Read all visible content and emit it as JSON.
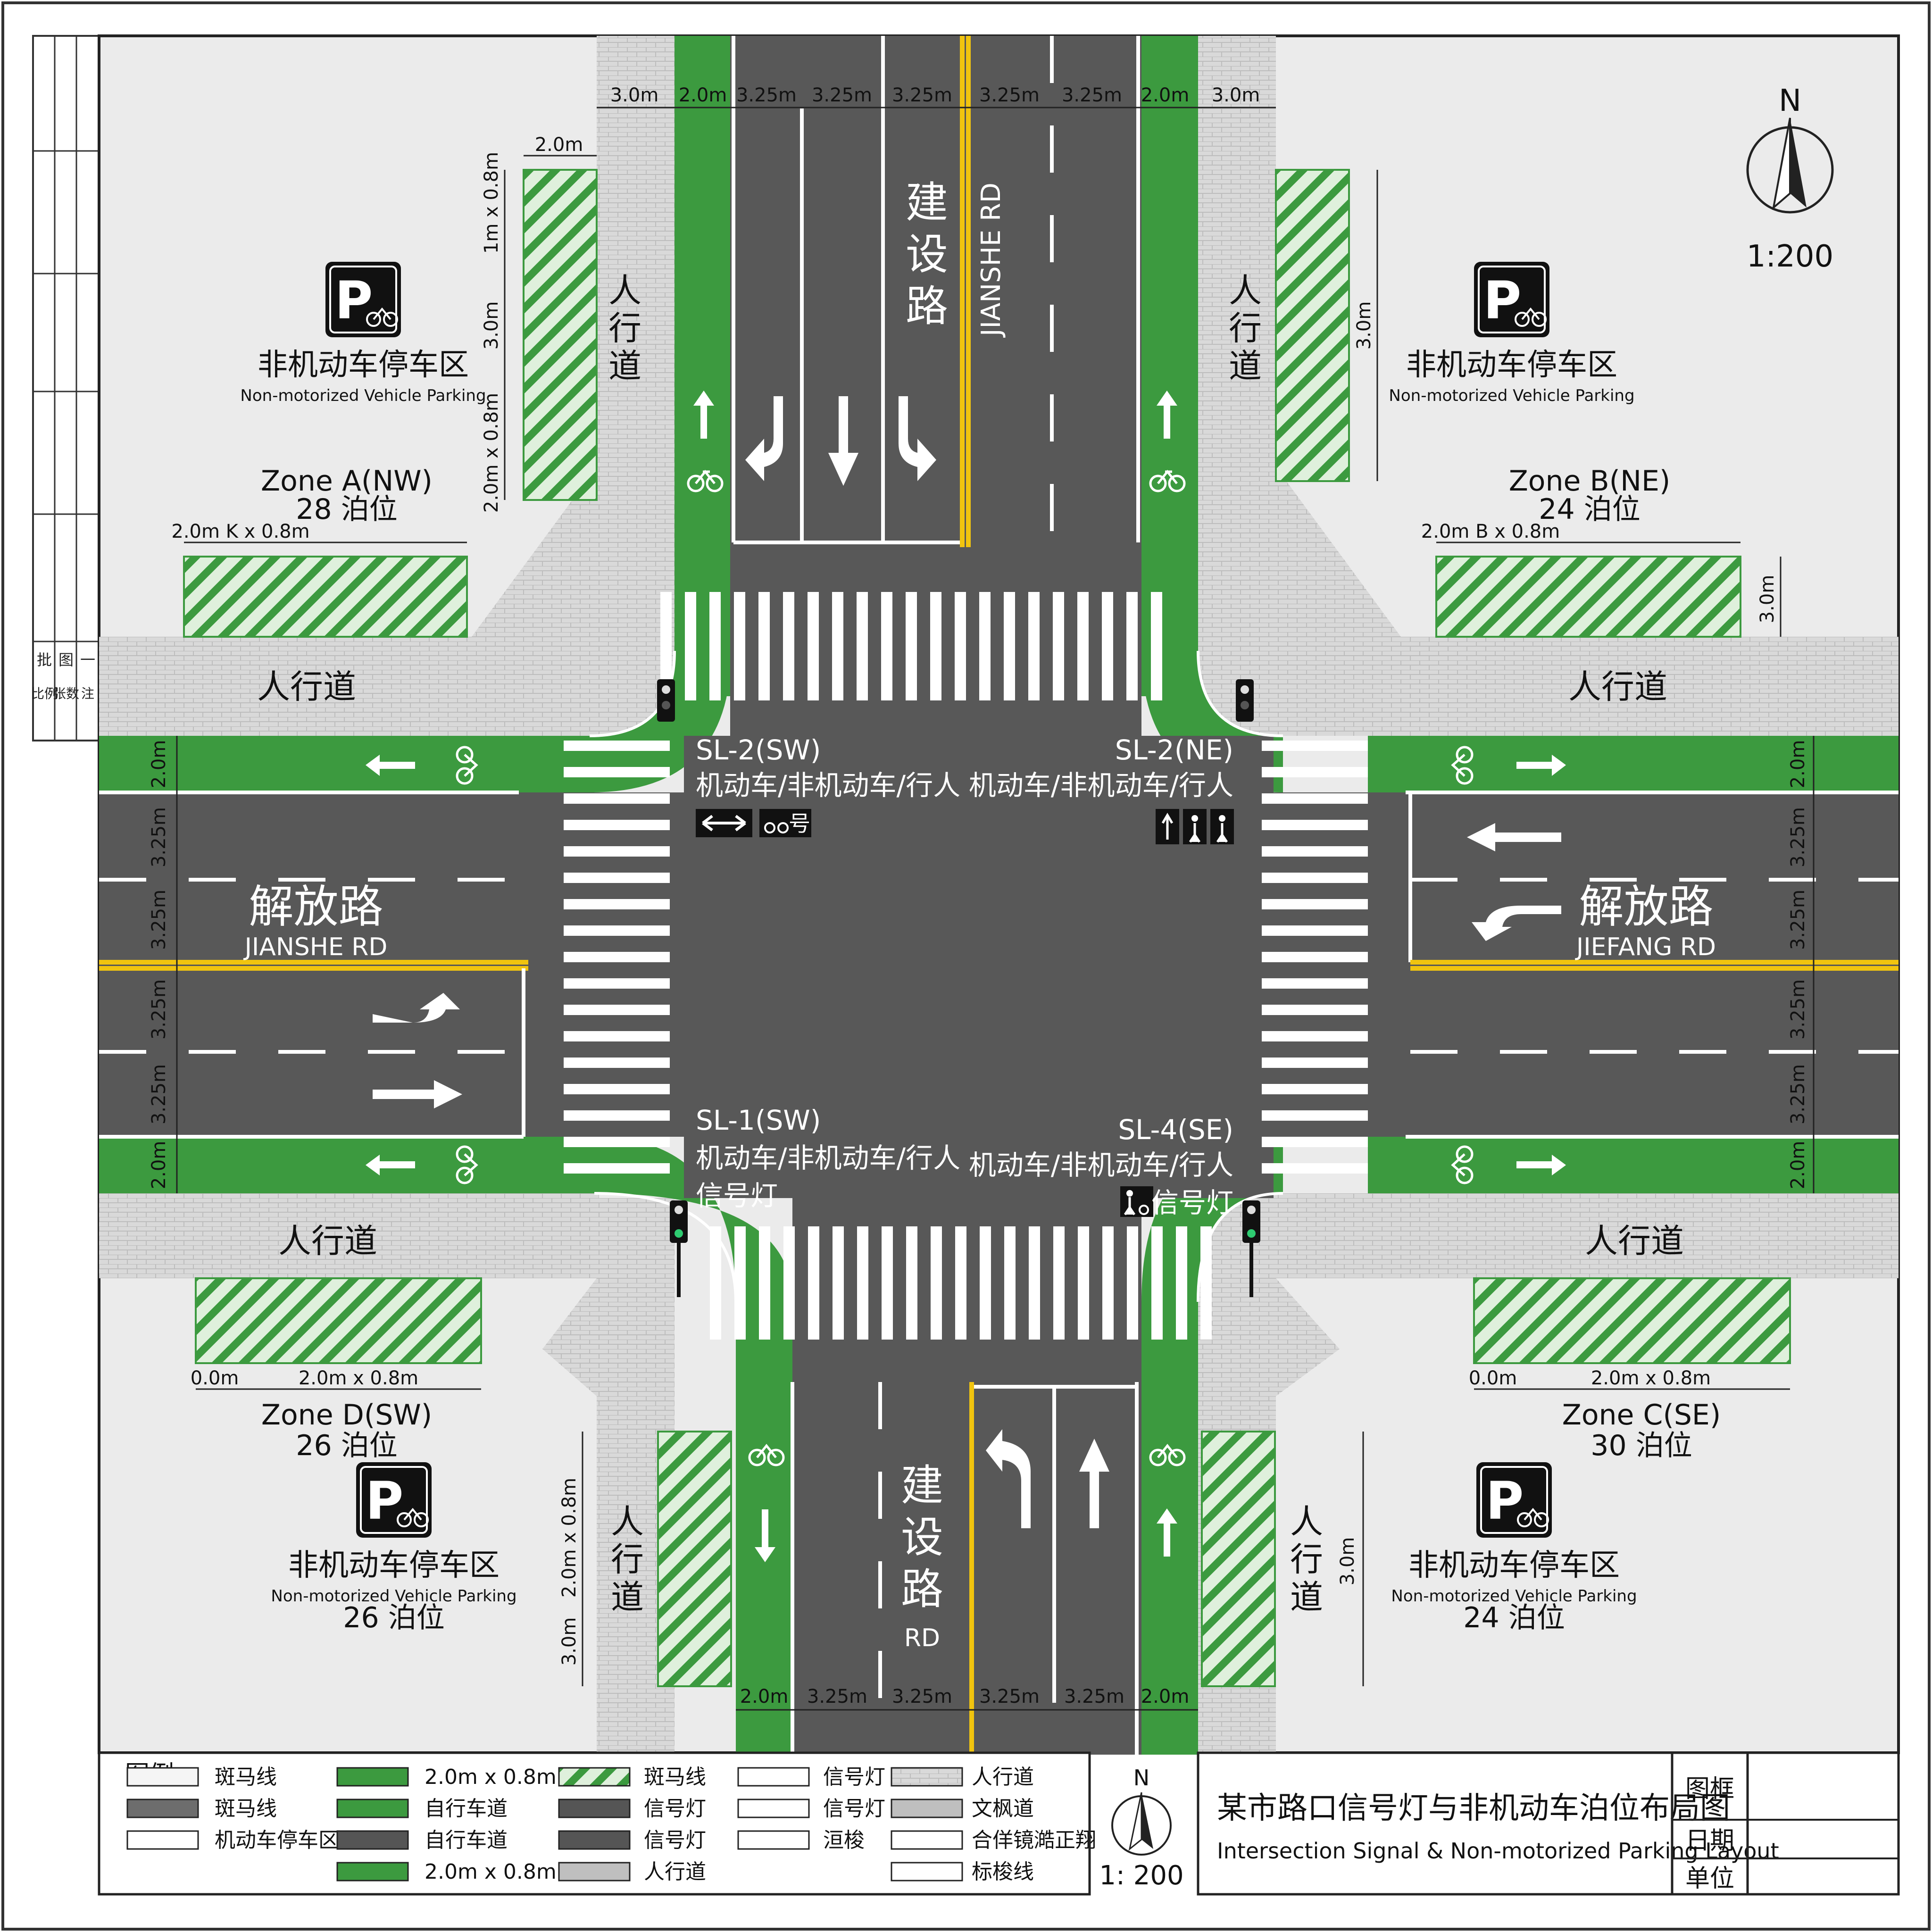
{
  "north": {
    "letter": "N",
    "scale": "1:200"
  },
  "roads": {
    "ns_cn": "建设路",
    "ns_en_north": "JIANSHE RD",
    "ns_en_south": "RD",
    "west_cn": "解放路",
    "west_en": "JIANSHE RD",
    "east_cn": "解放路",
    "east_en": "JIEFANG RD"
  },
  "sidewalk_label": "人行道",
  "parking_sign": {
    "letter": "P",
    "cn": "非机动车停车区",
    "en": "Non-motorized Vehicle Parking"
  },
  "zones": {
    "a": {
      "name": "Zone A(NW)",
      "spaces": "28 泊位"
    },
    "b": {
      "name": "Zone B(NE)",
      "spaces": "24 泊位"
    },
    "c": {
      "name": "Zone C(SE)",
      "spaces": "30 泊位",
      "sign_spaces": "24 泊位"
    },
    "d": {
      "name": "Zone D(SW)",
      "spaces": "26 泊位",
      "sign_spaces": "26 泊位"
    }
  },
  "signals": {
    "sl2sw": {
      "id": "SL-2(SW)",
      "desc": "机动车/非机动车/行人",
      "badge": "号"
    },
    "sl2ne": {
      "id": "SL-2(NE)",
      "desc": "机动车/非机动车/行人"
    },
    "sl1sw": {
      "id": "SL-1(SW)",
      "desc": "机动车/非机动车/行人",
      "extra": "信号灯"
    },
    "sl4se": {
      "id": "SL-4(SE)",
      "desc": "机动车/非机动车/行人",
      "extra": "信号灯"
    }
  },
  "dims": {
    "d30": "3.0m",
    "d20": "2.0m",
    "d325": "3.25m",
    "nw_k": "2.0m K x 0.8m",
    "ne_b": "2.0m B x 0.8m",
    "bottom_208": "2.0m x 0.8m",
    "bottom_00": "0.0m",
    "v_1m08": "1m x 0.8m",
    "v_20m08": "2.0m x 0.8m"
  },
  "legend": {
    "title": "图例:",
    "items": [
      "斑马线",
      "斑马线",
      "机动车停车区",
      "2.0m x 0.8m",
      "自行车道",
      "自行车道",
      "2.0m x 0.8m",
      "斑马线",
      "信号灯",
      "信号灯",
      "人行道",
      "信号灯",
      "信号灯",
      "洹梭",
      "人行道",
      "文枫道",
      "合佯镜澔正翔",
      "标梭线"
    ],
    "north": "N",
    "scale": "1: 200"
  },
  "title_block": {
    "cn": "某市路口信号灯与非机动车泊位布局图",
    "en": "Intersection Signal & Non-motorized Parking Layout",
    "labels": [
      "图框",
      "日期",
      "单位"
    ]
  },
  "margin_strip": [
    "批",
    "一",
    "图",
    "比例",
    "张数",
    "注"
  ],
  "colors": {
    "asphalt": "#555555",
    "bike_lane": "#3c9a3f",
    "sidewalk": "#d8d8d8",
    "ground": "#ebebeb",
    "yellow": "#f1c40f"
  }
}
